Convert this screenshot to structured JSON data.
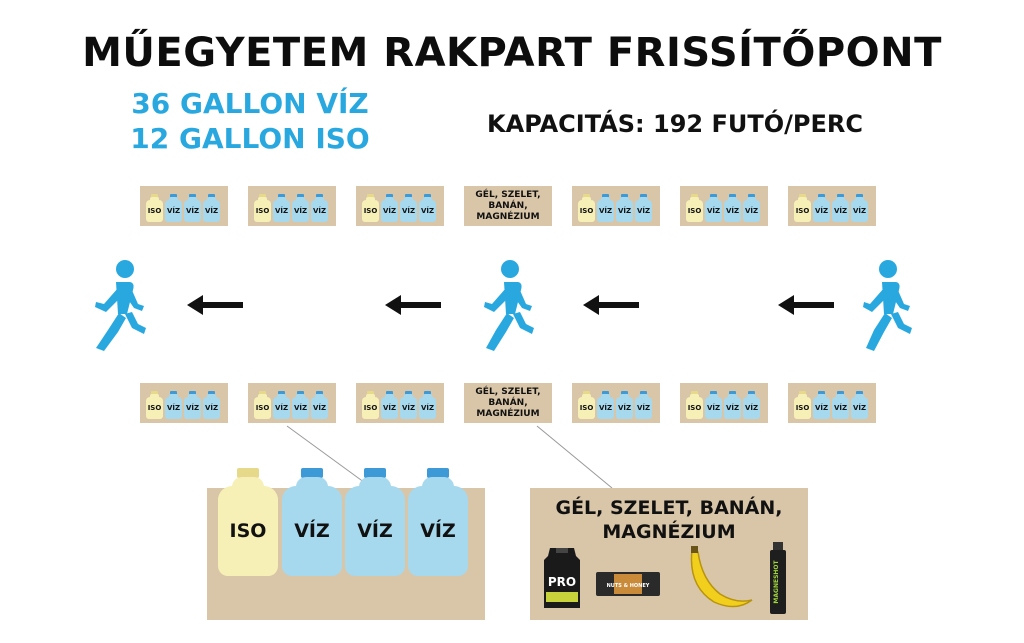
{
  "title": "MŰEGYETEM RAKPART FRISSÍTŐPONT",
  "supply": {
    "water": "36 GALLON VÍZ",
    "iso": "12 GALLON ISO"
  },
  "capacity": "KAPACITÁS: 192 FUTÓ/PERC",
  "bottle_labels": {
    "iso": "ISO",
    "water": "VÍZ"
  },
  "food_station_label": "GÉL, SZELET,\nBANÁN,\nMAGNÉZIUM",
  "detail": {
    "bottles": [
      "ISO",
      "VÍZ",
      "VÍZ",
      "VÍZ"
    ],
    "food_title": "GÉL, SZELET, BANÁN,\nMAGNÉZIUM",
    "food_items": [
      "gel-pack-icon",
      "nut-bar-icon",
      "banana-icon",
      "magnesium-shot-icon"
    ],
    "gel_text": "PRO",
    "bar_text": "NUTS & HONEY",
    "shot_text": "MAGNESHOT"
  },
  "colors": {
    "accent_blue": "#29a8e0",
    "table": "#d9c6a8",
    "water": "#a6d8ee",
    "iso": "#f6f0b6"
  }
}
